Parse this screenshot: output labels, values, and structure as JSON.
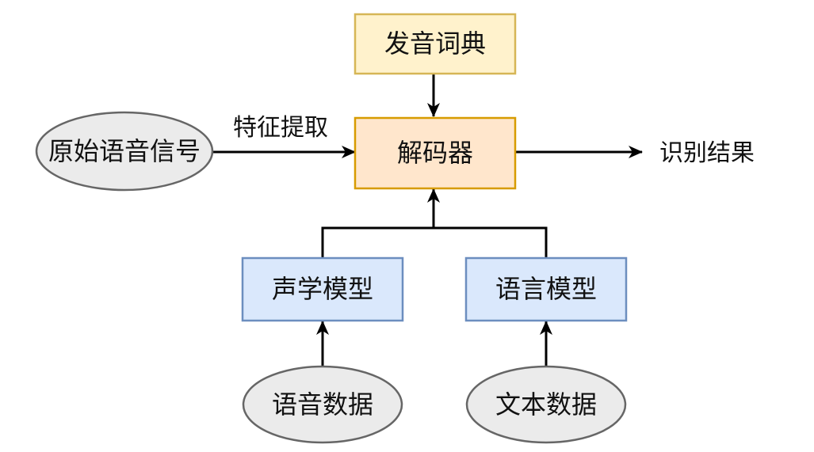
{
  "nodes": {
    "lexicon": {
      "label": "发音词典",
      "fill": "#FFF2CC",
      "stroke": "#D6B656"
    },
    "decoder": {
      "label": "解码器",
      "fill": "#FFE6CC",
      "stroke": "#D79B00"
    },
    "raw_signal": {
      "label": "原始语音信号",
      "fill": "#EBEBEB",
      "stroke": "#666666"
    },
    "acoustic_model": {
      "label": "声学模型",
      "fill": "#DAE8FC",
      "stroke": "#6C8EBF"
    },
    "language_model": {
      "label": "语言模型",
      "fill": "#DAE8FC",
      "stroke": "#6C8EBF"
    },
    "speech_data": {
      "label": "语音数据",
      "fill": "#EBEBEB",
      "stroke": "#666666"
    },
    "text_data": {
      "label": "文本数据",
      "fill": "#EBEBEB",
      "stroke": "#666666"
    }
  },
  "edge_labels": {
    "feature_extraction": "特征提取",
    "result": "识别结果"
  }
}
